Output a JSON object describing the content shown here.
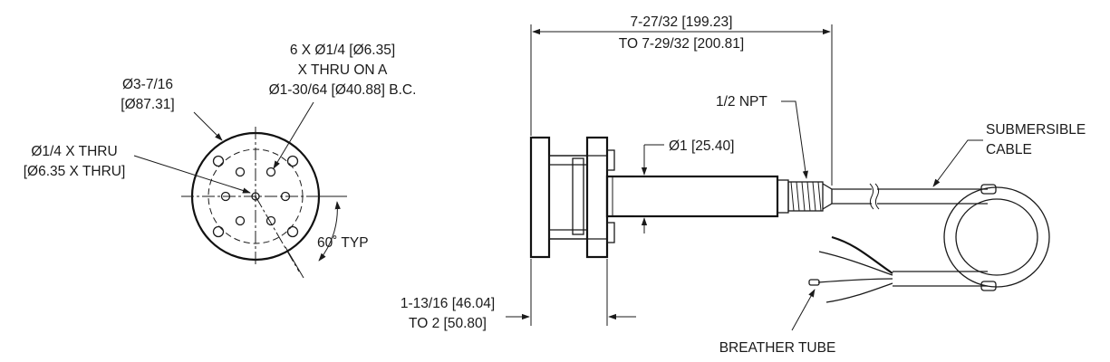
{
  "labels": {
    "bolt_holes": [
      "6 X Ø1/4 [Ø6.35]",
      "X THRU ON A",
      "Ø1-30/64 [Ø40.88] B.C."
    ],
    "flange_dia": [
      "Ø3-7/16",
      "[Ø87.31]"
    ],
    "center_hole": [
      "Ø1/4 X THRU",
      "[Ø6.35 X THRU]"
    ],
    "angle": "60˚ TYP",
    "overall_length": [
      "7-27/32 [199.23]",
      "TO 7-29/32 [200.81]"
    ],
    "thread": "1/2 NPT",
    "body_dia": "Ø1 [25.40]",
    "cable": [
      "SUBMERSIBLE",
      "CABLE"
    ],
    "flange_thickness": [
      "1-13/16 [46.04]",
      "TO 2 [50.80]"
    ],
    "breather": "BREATHER TUBE"
  }
}
